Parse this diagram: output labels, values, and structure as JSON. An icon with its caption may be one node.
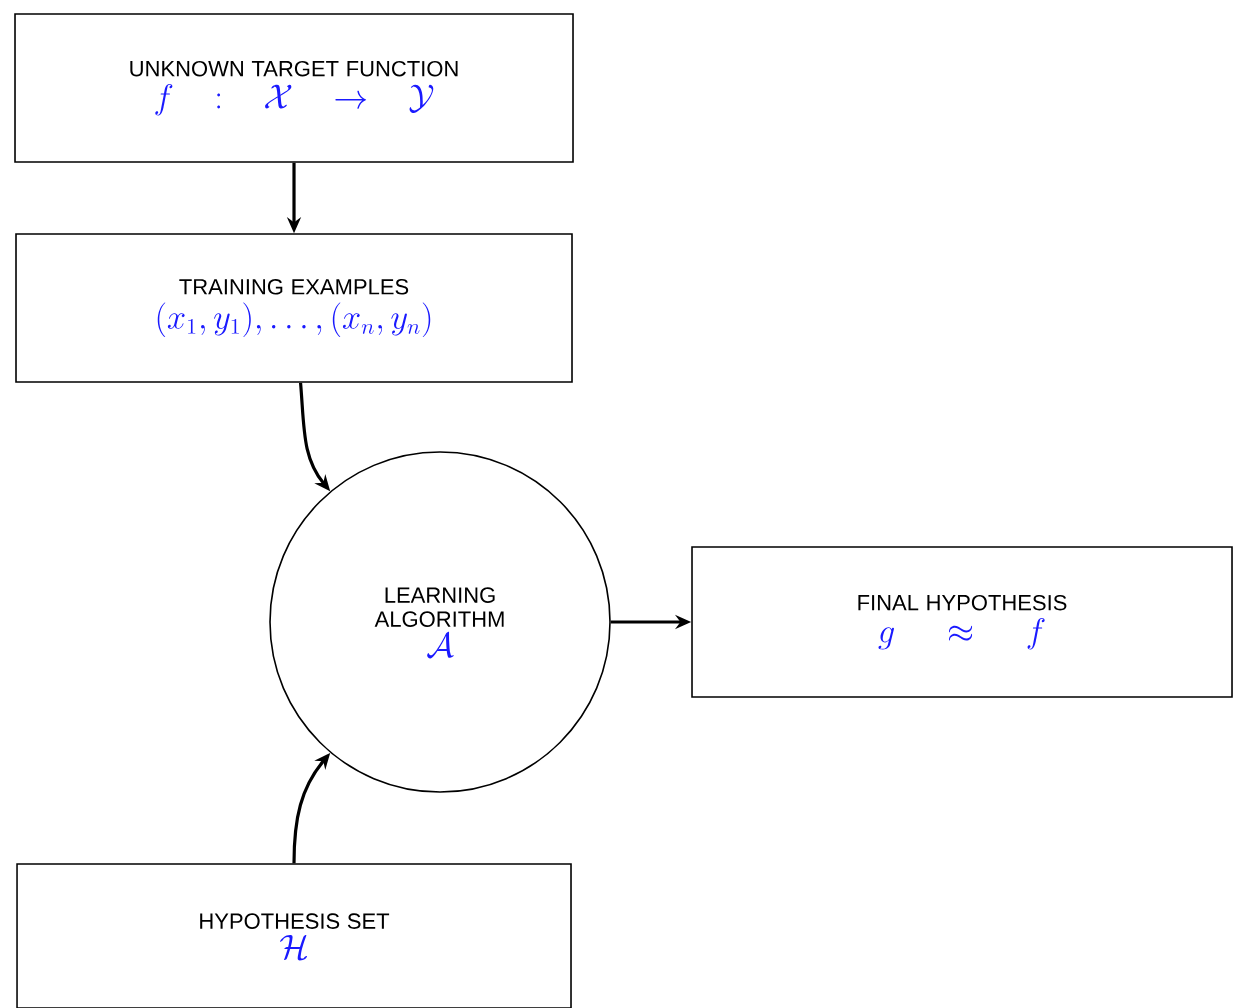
{
  "diagram": {
    "nodes": [
      {
        "text": [
          "UNKNOWN TARGET FUNCTION",
          "f : \\mathcal{X} \\to \\mathcal{Y}"
        ]
      },
      {
        "text": [
          "TRAINING EXAMPLES",
          "(x_1, y_1), \\ldots, (x_n, y_n)"
        ]
      },
      {
        "text": [
          "LEARNING ALGORITHM",
          "\\mathcal{A}"
        ]
      },
      {
        "text": [
          "FINAL HYPOTHESIS",
          "g \\approx f"
        ]
      },
      {
        "text": [
          "HYPOTHESIS SET",
          "\\mathcal{H}"
        ]
      }
    ],
    "edges": [
      {
        "from": 0,
        "to": 1,
        "arrow": "to"
      },
      {
        "from": 1,
        "to": 2,
        "arrow": "to"
      },
      {
        "from": 2,
        "to": 3,
        "arrow": "to"
      },
      {
        "from": 4,
        "to": 2,
        "arrow": "to"
      }
    ]
  }
}
